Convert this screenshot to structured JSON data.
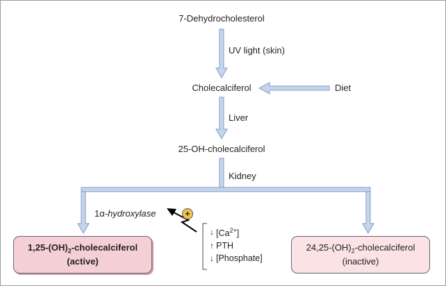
{
  "steps": {
    "start": "7-Dehydrocholesterol",
    "uv": "UV light (skin)",
    "chole": "Cholecalciferol",
    "diet": "Diet",
    "liver": "Liver",
    "oh25": "25-OH-cholecalciferol",
    "kidney": "Kidney"
  },
  "enzyme": {
    "prefix": "1",
    "alpha": "α",
    "name": "-hydroxylase",
    "stimulus": "+"
  },
  "regulators": [
    {
      "dir": "down",
      "text_pre": "[Ca",
      "sup": "2+",
      "text_post": "]"
    },
    {
      "dir": "up",
      "text_pre": "PTH",
      "sup": "",
      "text_post": ""
    },
    {
      "dir": "down",
      "text_pre": "[Phosphate]",
      "sup": "",
      "text_post": ""
    }
  ],
  "products": {
    "active": {
      "pre": "1,25-(OH)",
      "sub": "2",
      "post": "-cholecalciferol",
      "note": "(active)"
    },
    "inactive": {
      "pre": "24,25-(OH)",
      "sub": "2",
      "post": "-cholecalciferol",
      "note": "(inactive)"
    }
  },
  "colors": {
    "arrow_fill": "#c5d5ea",
    "arrow_stroke": "#7e9ccd",
    "active_fill": "#f5cfd6",
    "inactive_fill": "#fbe2e5"
  }
}
